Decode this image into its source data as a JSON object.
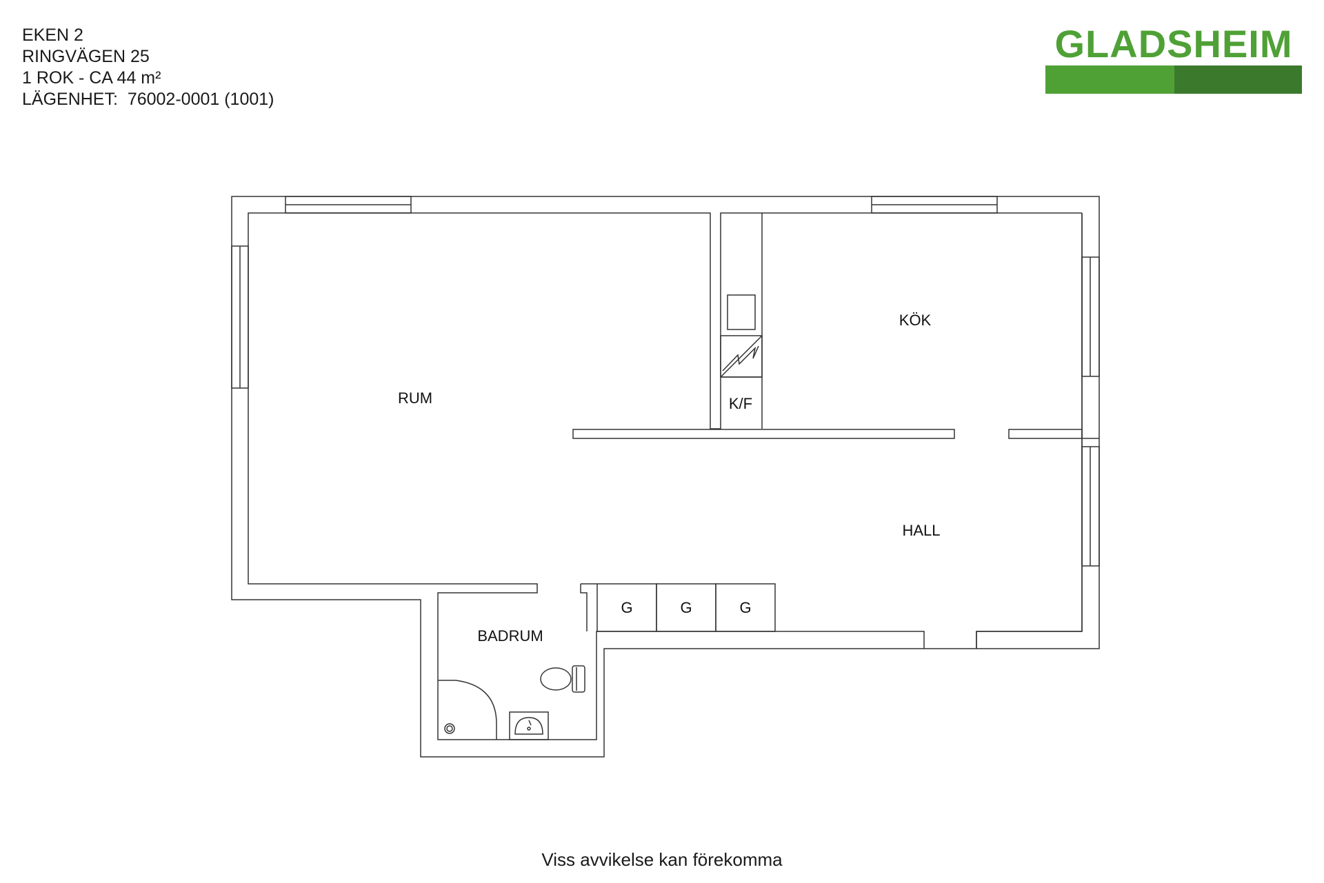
{
  "header": {
    "lines": [
      "EKEN 2",
      "RINGVÄGEN 25",
      "1 ROK - CA 44 m²",
      "LÄGENHET:  76002-0001 (1001)"
    ]
  },
  "logo": {
    "text": "GLADSHEIM",
    "text_color": "#4fa136",
    "bar_light_color": "#4fa136",
    "bar_dark_color": "#3b7a2d"
  },
  "rooms": {
    "rum": "RUM",
    "kok": "KÖK",
    "kf": "K/F",
    "hall": "HALL",
    "badrum": "BADRUM",
    "closets": [
      "G",
      "G",
      "G"
    ]
  },
  "footer": {
    "disclaimer": "Viss avvikelse kan förekomma"
  }
}
